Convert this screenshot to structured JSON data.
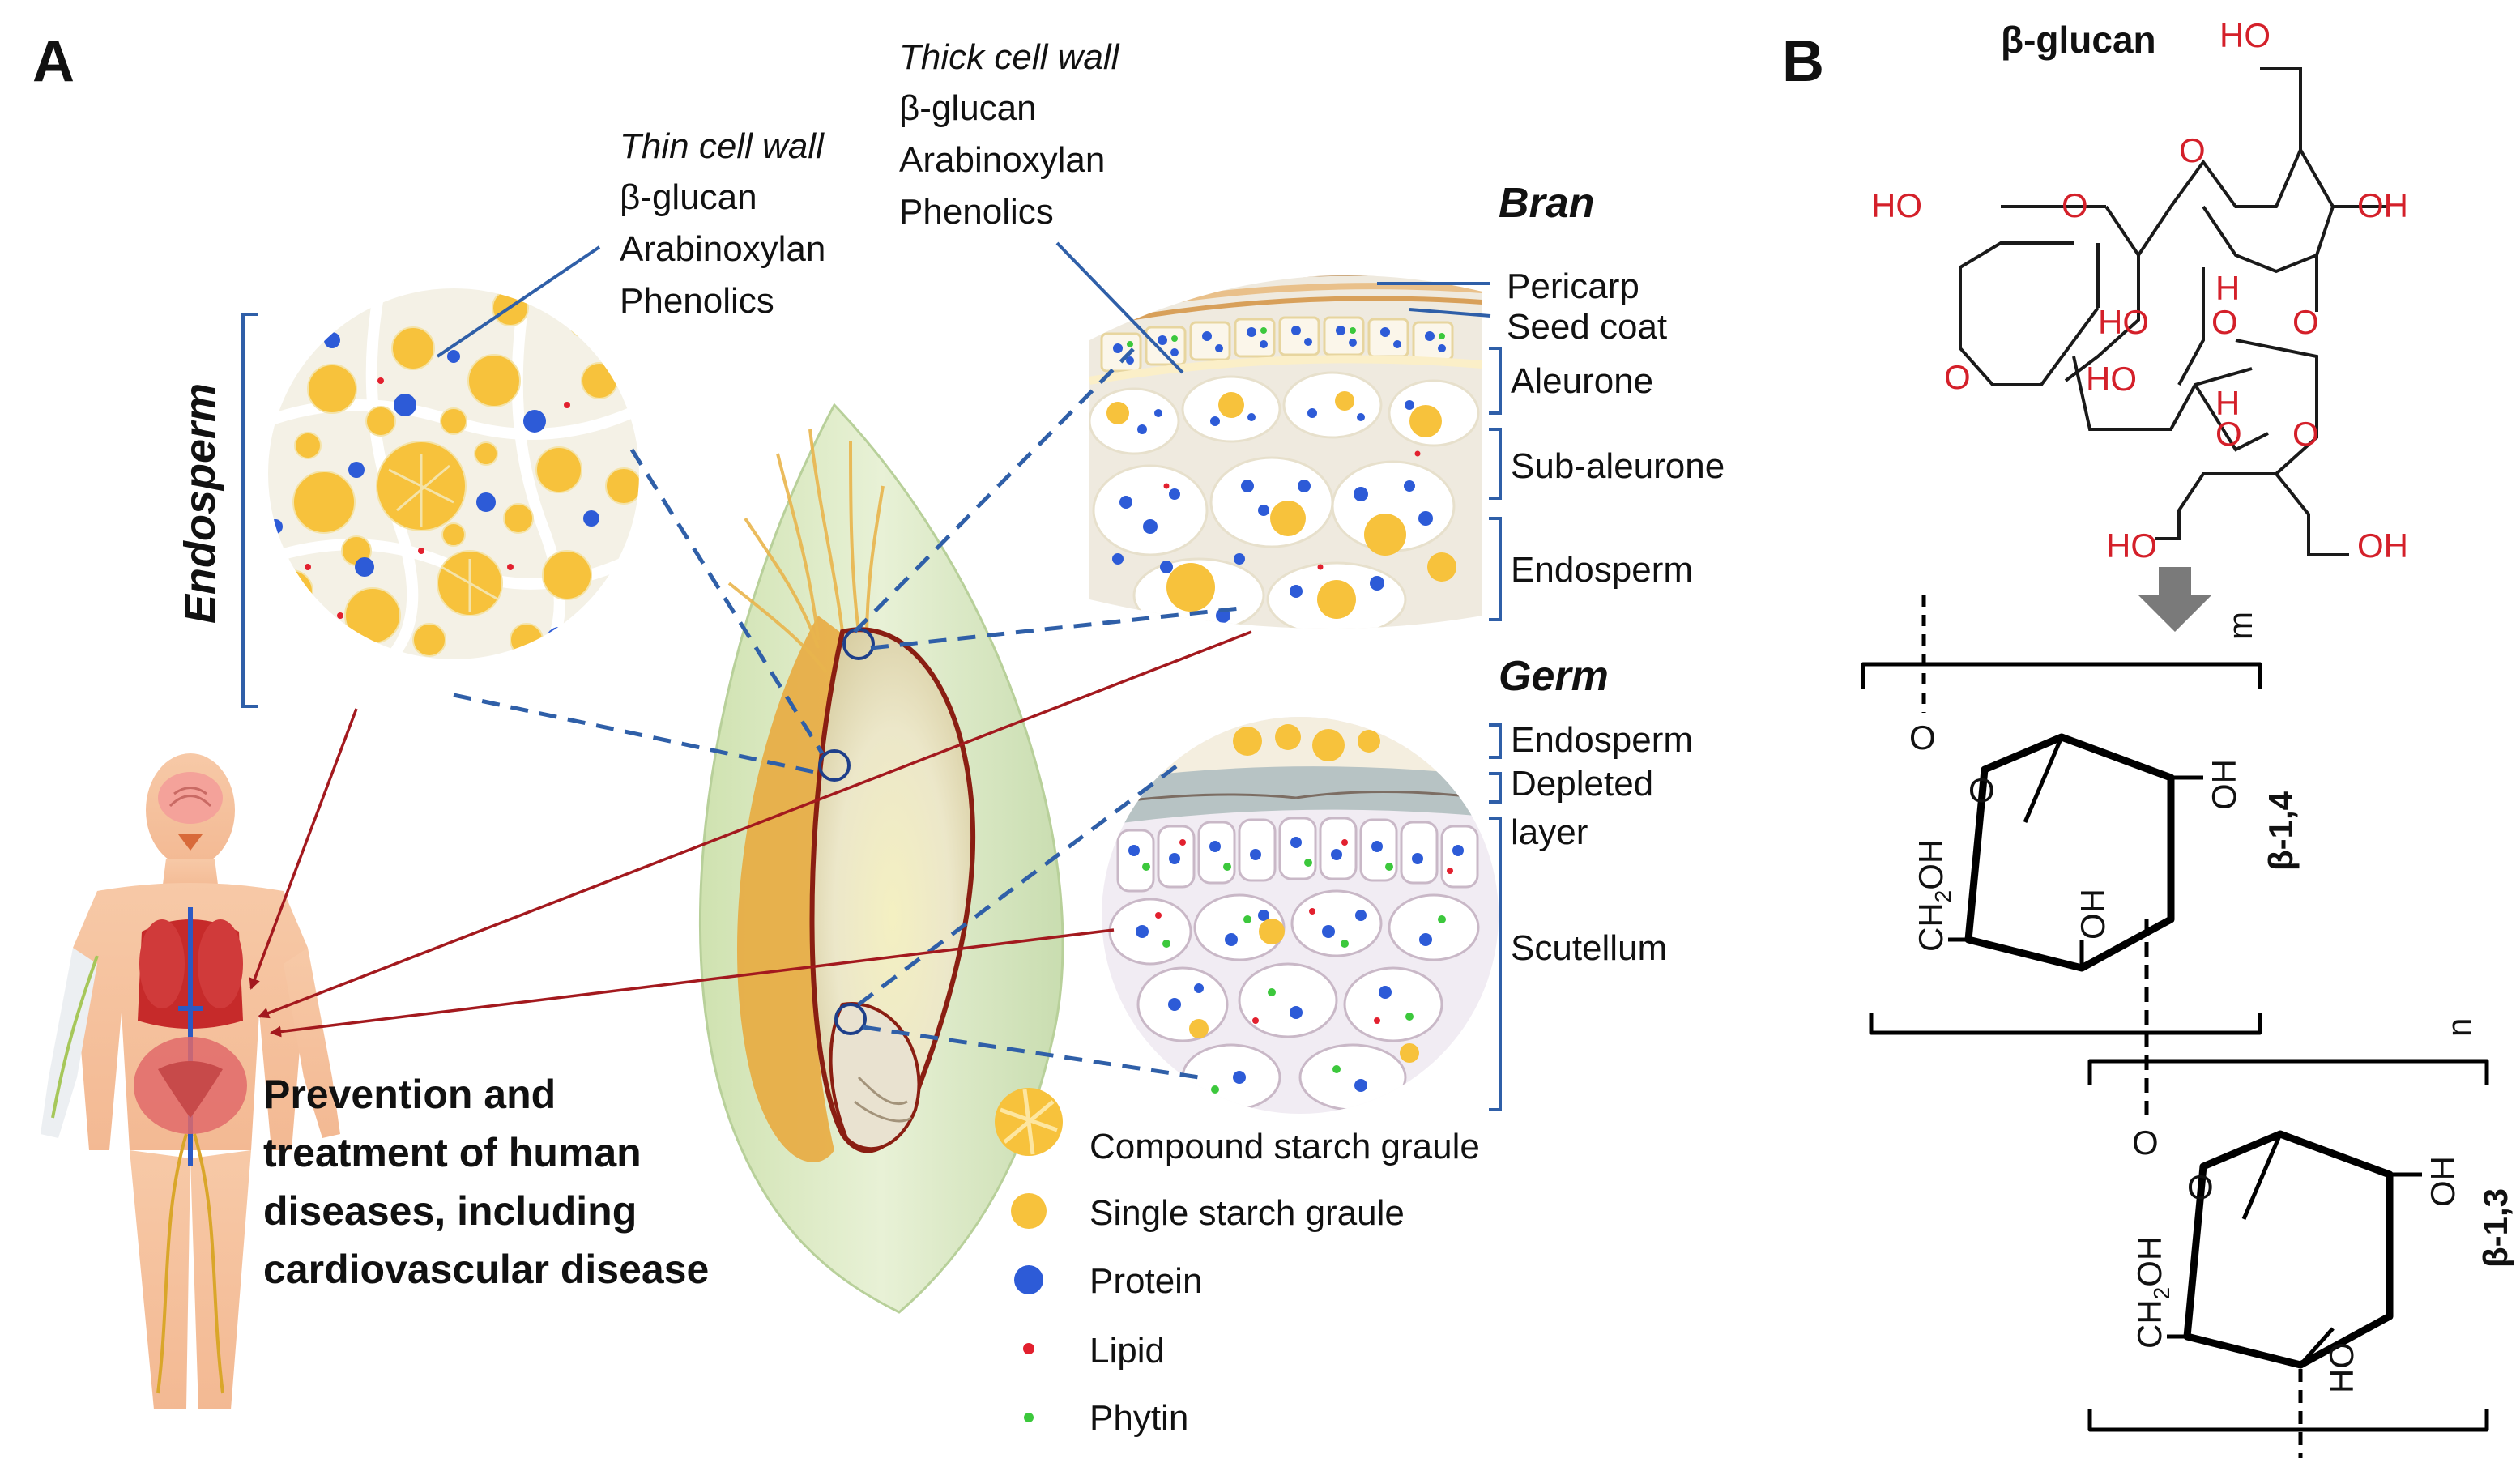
{
  "panel_a": {
    "label": "A",
    "callouts": {
      "thin_wall_title": "Thin cell wall",
      "thin_wall_items": [
        "β-glucan",
        "Arabinoxylan",
        "Phenolics"
      ],
      "thick_wall_title": "Thick cell wall",
      "thick_wall_items": [
        "β-glucan",
        "Arabinoxylan",
        "Phenolics"
      ]
    },
    "endosperm_label": "Endosperm",
    "bran": {
      "title": "Bran",
      "layers": [
        "Pericarp",
        "Seed coat",
        "Aleurone",
        "Sub-aleurone",
        "Endosperm"
      ]
    },
    "germ": {
      "title": "Germ",
      "layers": [
        "Endosperm",
        "Depleted",
        "layer",
        "Scutellum"
      ]
    },
    "legend": [
      {
        "label": "Compound  starch graule",
        "color": "#f7c23c",
        "icon": "compound-starch-icon"
      },
      {
        "label": "Single starch graule",
        "color": "#f7c23c",
        "icon": "single-starch-icon"
      },
      {
        "label": "Protein",
        "color": "#2d5bd7",
        "icon": "protein-dot-icon"
      },
      {
        "label": "Lipid",
        "color": "#e2202e",
        "icon": "lipid-dot-icon"
      },
      {
        "label": "Phytin",
        "color": "#3cc83c",
        "icon": "phytin-dot-icon"
      }
    ],
    "health_text": [
      "Prevention and",
      "treatment of human",
      "diseases, including",
      "cardiovascular disease"
    ]
  },
  "panel_b": {
    "label": "B",
    "title": "β-glucan",
    "structure_labels": {
      "ho": "HO",
      "oh": "OH",
      "o": "O",
      "h": "H",
      "m": "m",
      "n": "n",
      "bond14": "β-1,4",
      "bond13": "β-1,3",
      "ch2oh_main": "CH",
      "ch2oh_sub": "2",
      "ch2oh_end": "OH"
    }
  },
  "colors": {
    "starch": "#f7c23c",
    "protein": "#2d5bd7",
    "lipid": "#e2202e",
    "phytin": "#3cc83c",
    "line_blue": "#2f5fa8",
    "arrow_red": "#a3191e",
    "chem_red": "#d4202a"
  }
}
